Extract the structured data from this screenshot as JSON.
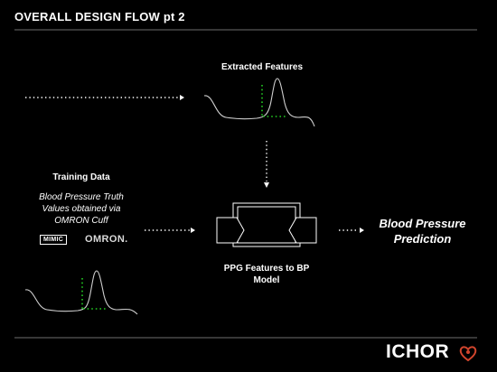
{
  "title": "OVERALL DESIGN FLOW pt 2",
  "nodes": {
    "extracted_features": {
      "label": "Extracted Features"
    },
    "training_data": {
      "label": "Training Data",
      "description_lines": [
        "Blood Pressure Truth",
        "Values obtained via",
        "OMRON Cuff"
      ]
    },
    "model": {
      "label_lines": [
        "PPG Features to BP",
        "Model"
      ]
    },
    "prediction": {
      "label_lines": [
        "Blood Pressure",
        "Prediction"
      ]
    }
  },
  "logos": {
    "mimic": "MIMIC",
    "omron": "OMRON."
  },
  "brand": {
    "name": "ICHOR"
  },
  "colors": {
    "background": "#000000",
    "text": "#ffffff",
    "waveform": "#cfcfcf",
    "feature_markers": "#22cc22",
    "divider": "#6e6e6e",
    "brand_mark": "#d2452d"
  },
  "icons": [
    "mimic-logo",
    "omron-logo",
    "ppg-waveform",
    "model-box-icon",
    "ichor-heart-mark-icon"
  ]
}
